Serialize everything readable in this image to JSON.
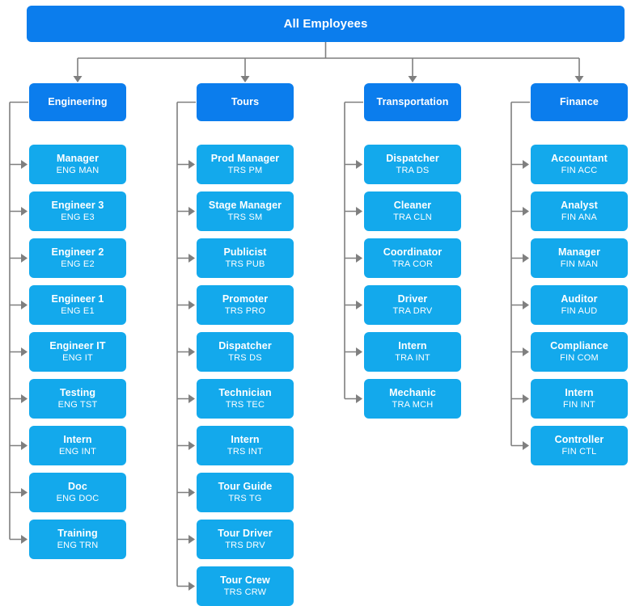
{
  "chart_data": {
    "type": "diagram",
    "diagram_kind": "organizational-chart",
    "title": "All Employees",
    "orientation": "top-down-then-left-list",
    "colors": {
      "root_fill": "#0b7ded",
      "department_fill": "#0b7ded",
      "role_fill": "#13a9ec",
      "connector": "#7f7f7f",
      "text": "#ffffff",
      "background": "#ffffff"
    }
  },
  "root": {
    "label": "All Employees"
  },
  "departments": [
    {
      "name": "engineering",
      "label": "Engineering",
      "roles": [
        {
          "title": "Manager",
          "code": "ENG MAN"
        },
        {
          "title": "Engineer 3",
          "code": "ENG E3"
        },
        {
          "title": "Engineer 2",
          "code": "ENG E2"
        },
        {
          "title": "Engineer 1",
          "code": "ENG E1"
        },
        {
          "title": "Engineer IT",
          "code": "ENG IT"
        },
        {
          "title": "Testing",
          "code": "ENG TST"
        },
        {
          "title": "Intern",
          "code": "ENG INT"
        },
        {
          "title": "Doc",
          "code": "ENG DOC"
        },
        {
          "title": "Training",
          "code": "ENG TRN"
        }
      ]
    },
    {
      "name": "tours",
      "label": "Tours",
      "roles": [
        {
          "title": "Prod Manager",
          "code": "TRS PM"
        },
        {
          "title": "Stage Manager",
          "code": "TRS SM"
        },
        {
          "title": "Publicist",
          "code": "TRS PUB"
        },
        {
          "title": "Promoter",
          "code": "TRS PRO"
        },
        {
          "title": "Dispatcher",
          "code": "TRS DS"
        },
        {
          "title": "Technician",
          "code": "TRS TEC"
        },
        {
          "title": "Intern",
          "code": "TRS INT"
        },
        {
          "title": "Tour Guide",
          "code": "TRS TG"
        },
        {
          "title": "Tour Driver",
          "code": "TRS DRV"
        },
        {
          "title": "Tour Crew",
          "code": "TRS CRW"
        }
      ]
    },
    {
      "name": "transportation",
      "label": "Transportation",
      "roles": [
        {
          "title": "Dispatcher",
          "code": "TRA DS"
        },
        {
          "title": "Cleaner",
          "code": "TRA CLN"
        },
        {
          "title": "Coordinator",
          "code": "TRA COR"
        },
        {
          "title": "Driver",
          "code": "TRA DRV"
        },
        {
          "title": "Intern",
          "code": "TRA INT"
        },
        {
          "title": "Mechanic",
          "code": "TRA MCH"
        }
      ]
    },
    {
      "name": "finance",
      "label": "Finance",
      "roles": [
        {
          "title": "Accountant",
          "code": "FIN ACC"
        },
        {
          "title": "Analyst",
          "code": "FIN ANA"
        },
        {
          "title": "Manager",
          "code": "FIN MAN"
        },
        {
          "title": "Auditor",
          "code": "FIN AUD"
        },
        {
          "title": "Compliance",
          "code": "FIN COM"
        },
        {
          "title": "Intern",
          "code": "FIN INT"
        },
        {
          "title": "Controller",
          "code": "FIN CTL"
        }
      ]
    }
  ]
}
